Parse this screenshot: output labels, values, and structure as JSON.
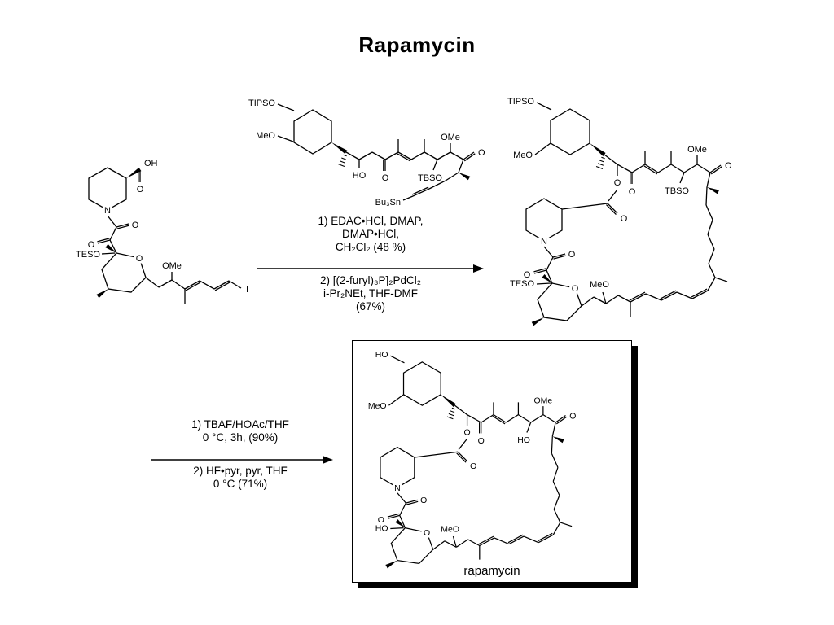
{
  "title": "Rapamycin",
  "reaction1": {
    "conditions_above": [
      "1) EDAC•HCl, DMAP,",
      "DMAP•HCl,",
      "CH₂Cl₂ (48 %)"
    ],
    "conditions_below": [
      "2) [(2-furyl)₃P]₂PdCl₂",
      "i-Pr₂NEt, THF-DMF",
      "(67%)"
    ]
  },
  "reaction2": {
    "conditions_above": [
      "1) TBAF/HOAc/THF",
      "0 °C, 3h, (90%)"
    ],
    "conditions_below": [
      "2) HF•pyr, pyr, THF",
      "0 °C (71%)"
    ]
  },
  "structures": {
    "acid_fragment": {
      "labels": {
        "oh": "OH",
        "acid_o": "O",
        "n": "N",
        "amide_o": "O",
        "keto_o": "O",
        "silyl": "TESO",
        "ring_o": "O",
        "ome": "OMe",
        "iodide": "I"
      }
    },
    "stannane_fragment": {
      "labels": {
        "tips": "TIPSO",
        "meo": "MeO",
        "ho": "HO",
        "ket1": "O",
        "tbs": "TBSO",
        "ome": "OMe",
        "ket2": "O",
        "stannyl": "Bu₃Sn"
      }
    },
    "coupled_product": {
      "labels": {
        "top_silyl": "TIPSO",
        "meo": "MeO",
        "ester_o": "O",
        "ester_co": "O",
        "ket1": "O",
        "mid_silyl": "TBSO",
        "ome": "OMe",
        "ket2": "O",
        "n": "N",
        "amide_o": "O",
        "keto_o": "O",
        "bot_silyl": "TESO",
        "ring_o": "O",
        "chain_meo": "MeO"
      }
    },
    "rapamycin": {
      "caption": "rapamycin",
      "labels": {
        "top_silyl": "HO",
        "meo": "MeO",
        "ester_o": "O",
        "ester_co": "O",
        "ket1": "O",
        "mid_silyl": "HO",
        "ome": "OMe",
        "ket2": "O",
        "n": "N",
        "amide_o": "O",
        "keto_o": "O",
        "bot_silyl": "HO",
        "ring_o": "O",
        "chain_meo": "MeO"
      }
    }
  }
}
